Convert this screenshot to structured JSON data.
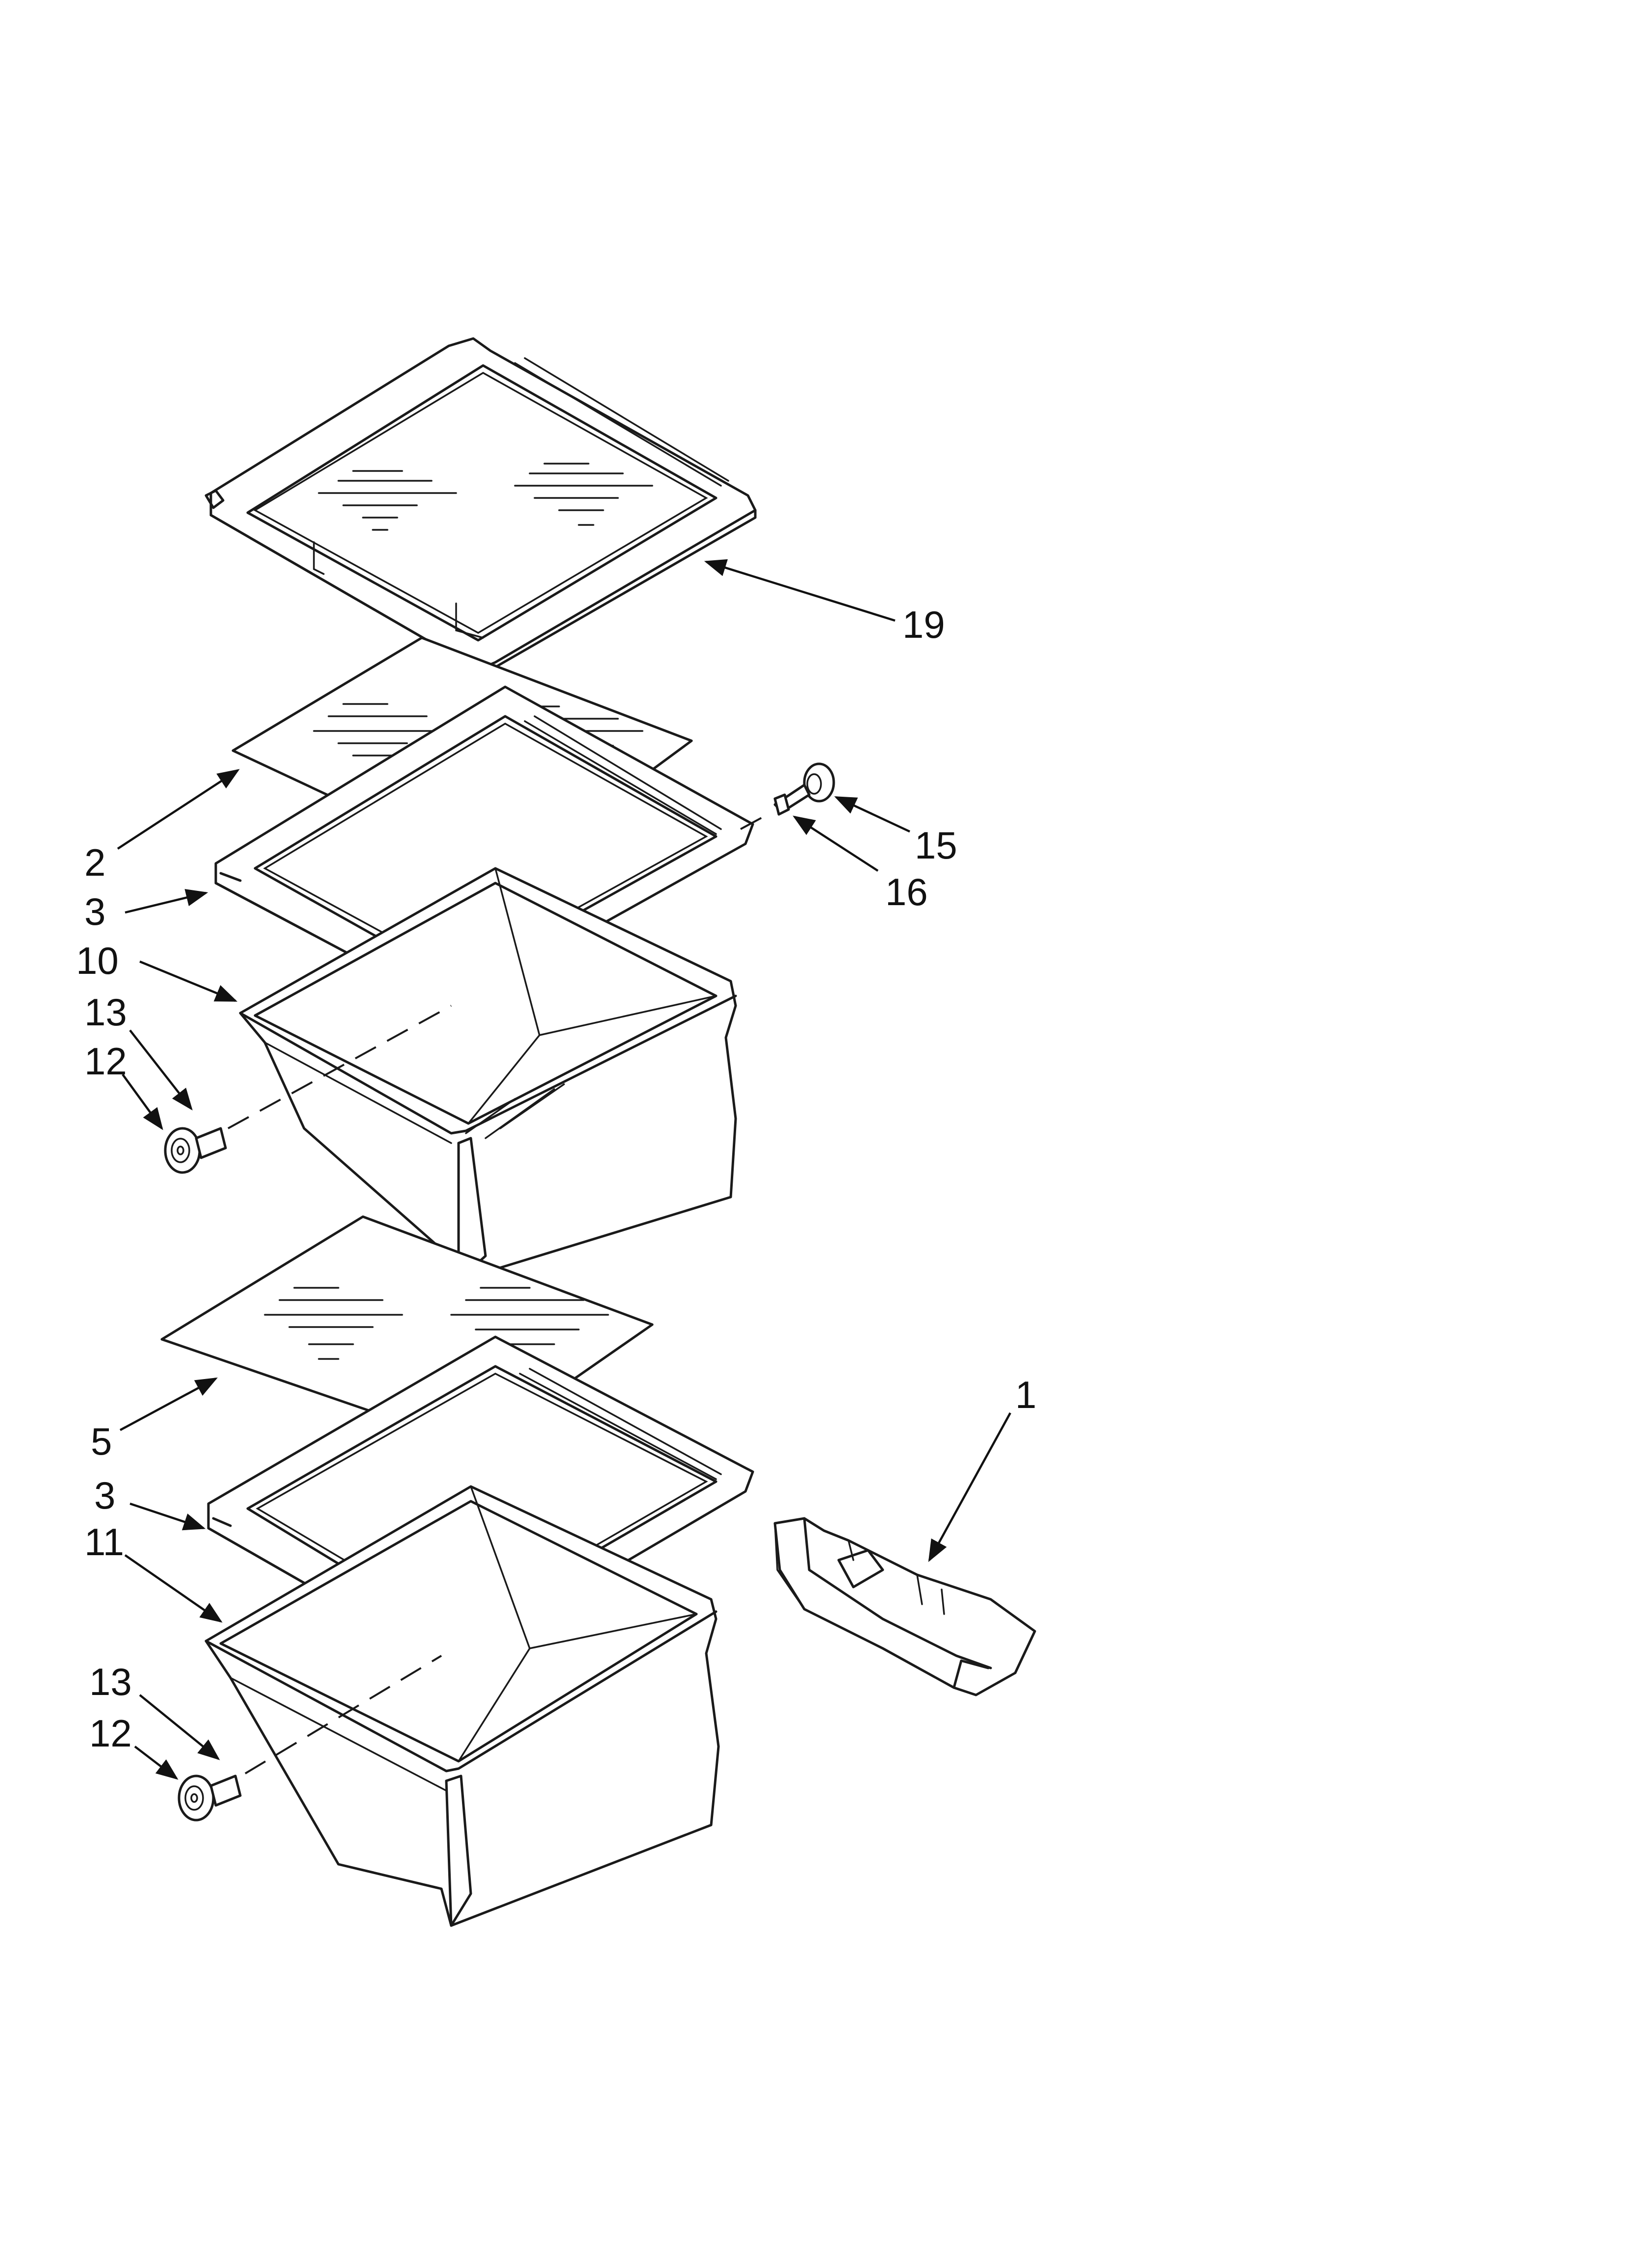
{
  "callouts": [
    {
      "id": "c19",
      "text": "19"
    },
    {
      "id": "c2",
      "text": "2"
    },
    {
      "id": "c3a",
      "text": "3"
    },
    {
      "id": "c10",
      "text": "10"
    },
    {
      "id": "c13a",
      "text": "13"
    },
    {
      "id": "c12a",
      "text": "12"
    },
    {
      "id": "c15",
      "text": "15"
    },
    {
      "id": "c16",
      "text": "16"
    },
    {
      "id": "c5",
      "text": "5"
    },
    {
      "id": "c3b",
      "text": "3"
    },
    {
      "id": "c11",
      "text": "11"
    },
    {
      "id": "c13b",
      "text": "13"
    },
    {
      "id": "c12b",
      "text": "12"
    },
    {
      "id": "c1",
      "text": "1"
    }
  ]
}
